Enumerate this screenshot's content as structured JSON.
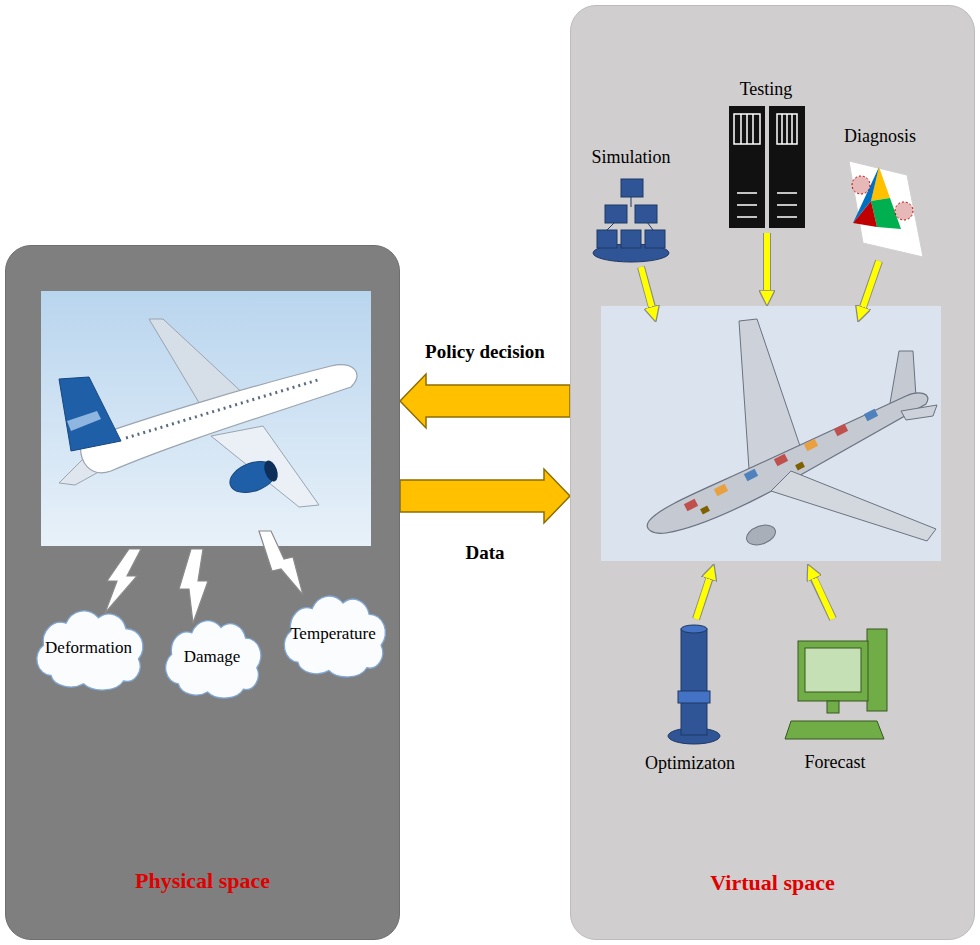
{
  "diagram": {
    "nodes": [
      {
        "text": [
          "Physical space"
        ]
      },
      {
        "text": [
          "Deformation"
        ],
        "in": 0
      },
      {
        "text": [
          "Damage"
        ],
        "in": 0
      },
      {
        "text": [
          "Temperature"
        ],
        "in": 0
      },
      {
        "text": [
          "Virtual space"
        ]
      }
    ],
    "edges": [
      {
        "from": 4,
        "to": 0,
        "arrow": "to",
        "label": "Policy decision"
      },
      {
        "from": 0,
        "to": 4,
        "arrow": "to",
        "label": "Data"
      }
    ],
    "labels": [
      "Simulation",
      "Testing",
      "Diagnosis",
      "Optimizaton",
      "Forecast"
    ]
  }
}
